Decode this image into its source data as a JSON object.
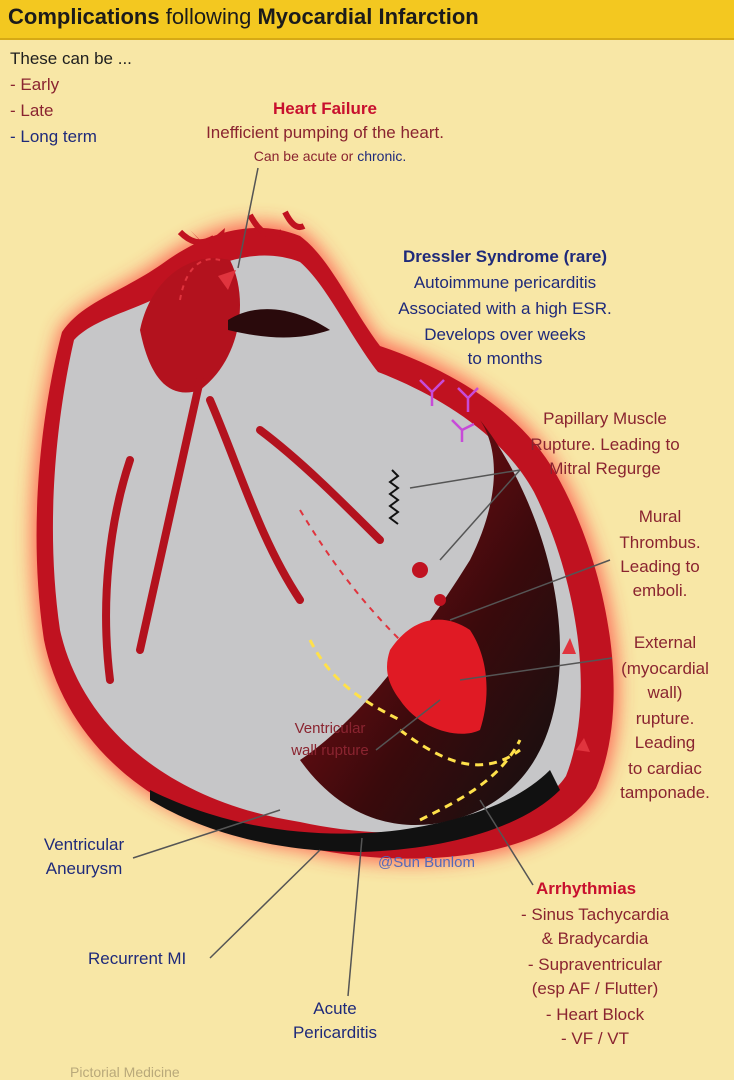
{
  "title": {
    "part1": "Complications",
    "part2": "following",
    "part3": "Myocardial Infarction"
  },
  "intro": {
    "heading": "These can be ...",
    "items": [
      "- Early",
      "- Late",
      "- Long term"
    ]
  },
  "heart_failure": {
    "title": "Heart Failure",
    "line1": "Inefficient pumping of the heart.",
    "line2a": "Can be acute or",
    "line2b": "chronic."
  },
  "dressler": {
    "title": "Dressler Syndrome (rare)",
    "lines": [
      "Autoimmune pericarditis",
      "Associated with a high ESR.",
      "Develops over weeks",
      "to months"
    ]
  },
  "papillary": {
    "lines": [
      "Papillary Muscle",
      "Rupture. Leading to",
      "Mitral Regurge"
    ]
  },
  "mural": {
    "lines": [
      "Mural",
      "Thrombus.",
      "Leading to",
      "emboli."
    ]
  },
  "external": {
    "lines": [
      "External",
      "(myocardial",
      "wall)",
      "rupture.",
      "Leading",
      "to cardiac",
      "tamponade."
    ]
  },
  "ventricular_wall": {
    "lines": [
      "Ventricular",
      "wall rupture"
    ]
  },
  "aneurysm": {
    "lines": [
      "Ventricular",
      "Aneurysm"
    ]
  },
  "recurrent": {
    "label": "Recurrent MI"
  },
  "pericarditis": {
    "lines": [
      "Acute",
      "Pericarditis"
    ]
  },
  "arrhythmias": {
    "title": "Arrhythmias",
    "lines": [
      "- Sinus Tachycardia",
      "& Bradycardia",
      "- Supraventricular",
      "(esp AF / Flutter)",
      "- Heart Block",
      "- VF / VT"
    ]
  },
  "credit": "@Sun Bunlom",
  "footer": "Pictorial Medicine",
  "colors": {
    "background": "#f8e7a6",
    "title_bar": "#f3c820",
    "heart_red": "#b8101e",
    "heart_grey": "#c5c5c7",
    "glow": "#ff3a3a"
  }
}
